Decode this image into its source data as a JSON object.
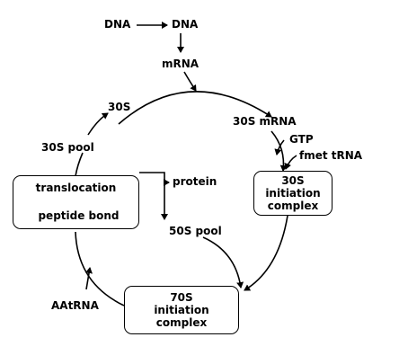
{
  "labels": {
    "dna_left": "DNA",
    "dna_right": "DNA",
    "mrna": "mRNA",
    "s30": "30S",
    "s30_mrna": "30S mRNA",
    "gtp": "GTP",
    "fmet_trna": "fmet tRNA",
    "s30_pool": "30S pool",
    "protein": "protein",
    "s50_pool": "50S pool",
    "aatrna": "AAtRNA"
  },
  "boxes": {
    "left": {
      "line1": "translocation",
      "line2": "peptide bond"
    },
    "right": {
      "line1": "30S",
      "line2": "initiation",
      "line3": "complex"
    },
    "bottom": {
      "line1": "70S",
      "line2": "initiation",
      "line3": "complex"
    }
  }
}
